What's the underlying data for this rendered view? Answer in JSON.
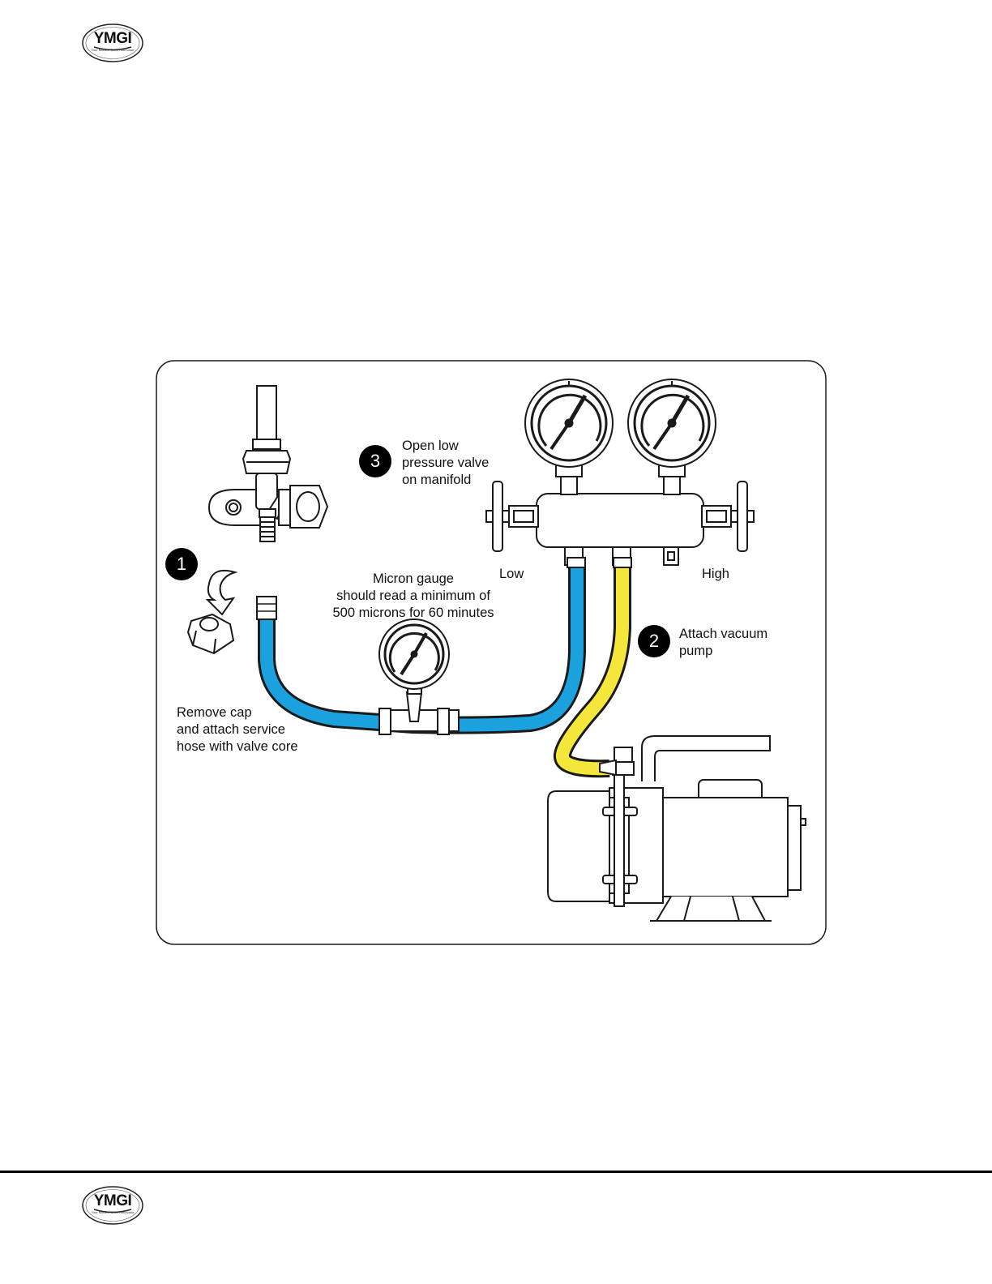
{
  "logo": {
    "text": "YMGI",
    "tagline": "Your Modern Green Innovator"
  },
  "colors": {
    "blue_hose": "#1ba1de",
    "yellow_hose": "#f5e63b",
    "outline": "#1a1a1a"
  },
  "icons": {
    "arrow": "curved-down-arrow-icon",
    "gauge": "pressure-gauge-icon",
    "pump": "vacuum-pump-icon"
  },
  "diagram": {
    "steps": [
      {
        "number": "1",
        "text": "Remove cap\nand attach service\nhose with valve core"
      },
      {
        "number": "2",
        "text": "Attach vacuum\npump"
      },
      {
        "number": "3",
        "text": "Open low\npressure valve\non manifold"
      }
    ],
    "micron_note": "Micron gauge\nshould read a minimum of\n500 microns for 60 minutes",
    "low_label": "Low",
    "high_label": "High"
  }
}
